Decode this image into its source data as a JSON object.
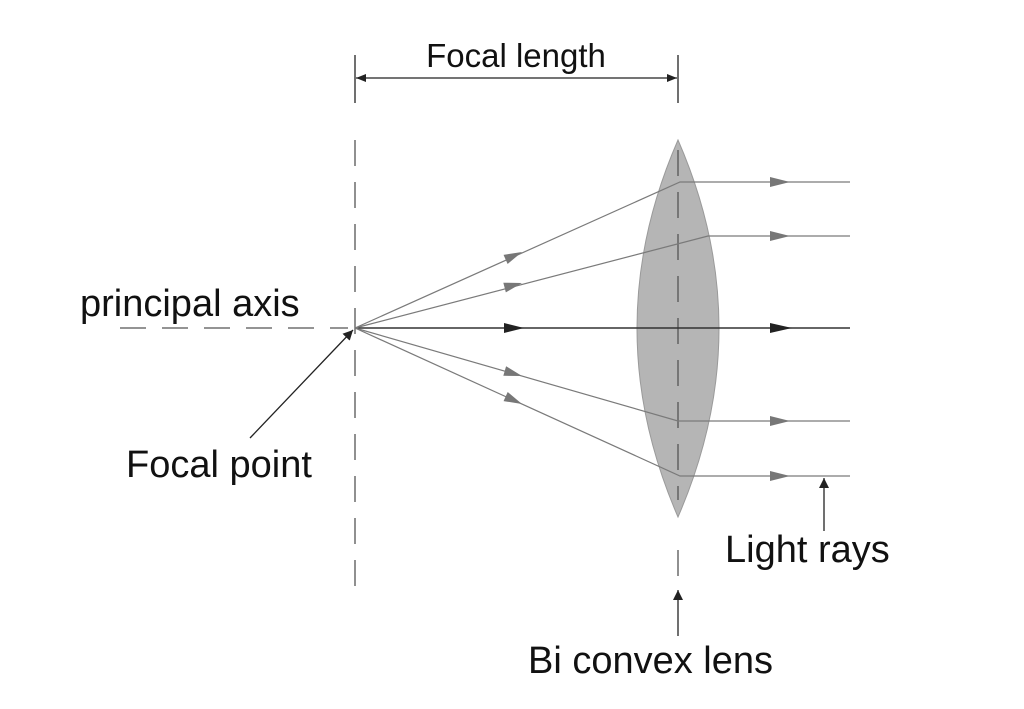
{
  "labels": {
    "focal_length": "Focal length",
    "principal_axis": "principal axis",
    "focal_point": "Focal point",
    "light_rays": "Light rays",
    "lens": "Bi convex lens"
  },
  "colors": {
    "lens_fill": "#b5b5b5",
    "ray": "#7a7a7a",
    "text": "#111111",
    "background": "#ffffff"
  }
}
